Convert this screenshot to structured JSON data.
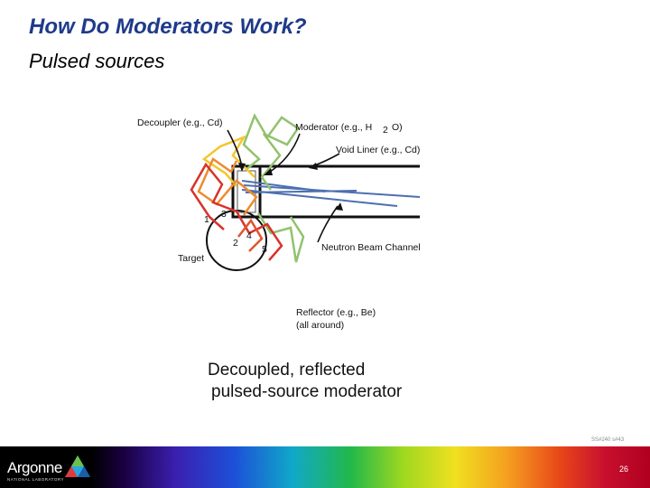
{
  "slide": {
    "title": "How Do Moderators Work?",
    "subtitle": "Pulsed sources"
  },
  "diagram": {
    "labels": {
      "decoupler": "Decoupler (e.g., Cd)",
      "moderator_a": "Moderator (e.g., H",
      "moderator_sub": "2",
      "moderator_b": "O)",
      "void_liner": "Void Liner (e.g., Cd)",
      "neutron_beam_channel": "Neutron Beam Channel",
      "target": "Target",
      "reflector_line1": "Reflector (e.g., Be)",
      "reflector_line2": "(all around)"
    },
    "path_numbers": [
      "1",
      "2",
      "3",
      "4",
      "5"
    ],
    "colors": {
      "path_red": "#d8332a",
      "path_orange": "#ef8a2c",
      "path_yellow": "#f3c62e",
      "path_green": "#92c26e",
      "beam_blue": "#4d6fb0"
    }
  },
  "caption": {
    "line1": "Decoupled, reflected",
    "line2": "pulsed-source moderator"
  },
  "footer": {
    "slide_code": "SS#240 s#43",
    "page_number": "26",
    "logo_name": "Argonne",
    "logo_subtitle": "NATIONAL LABORATORY"
  }
}
